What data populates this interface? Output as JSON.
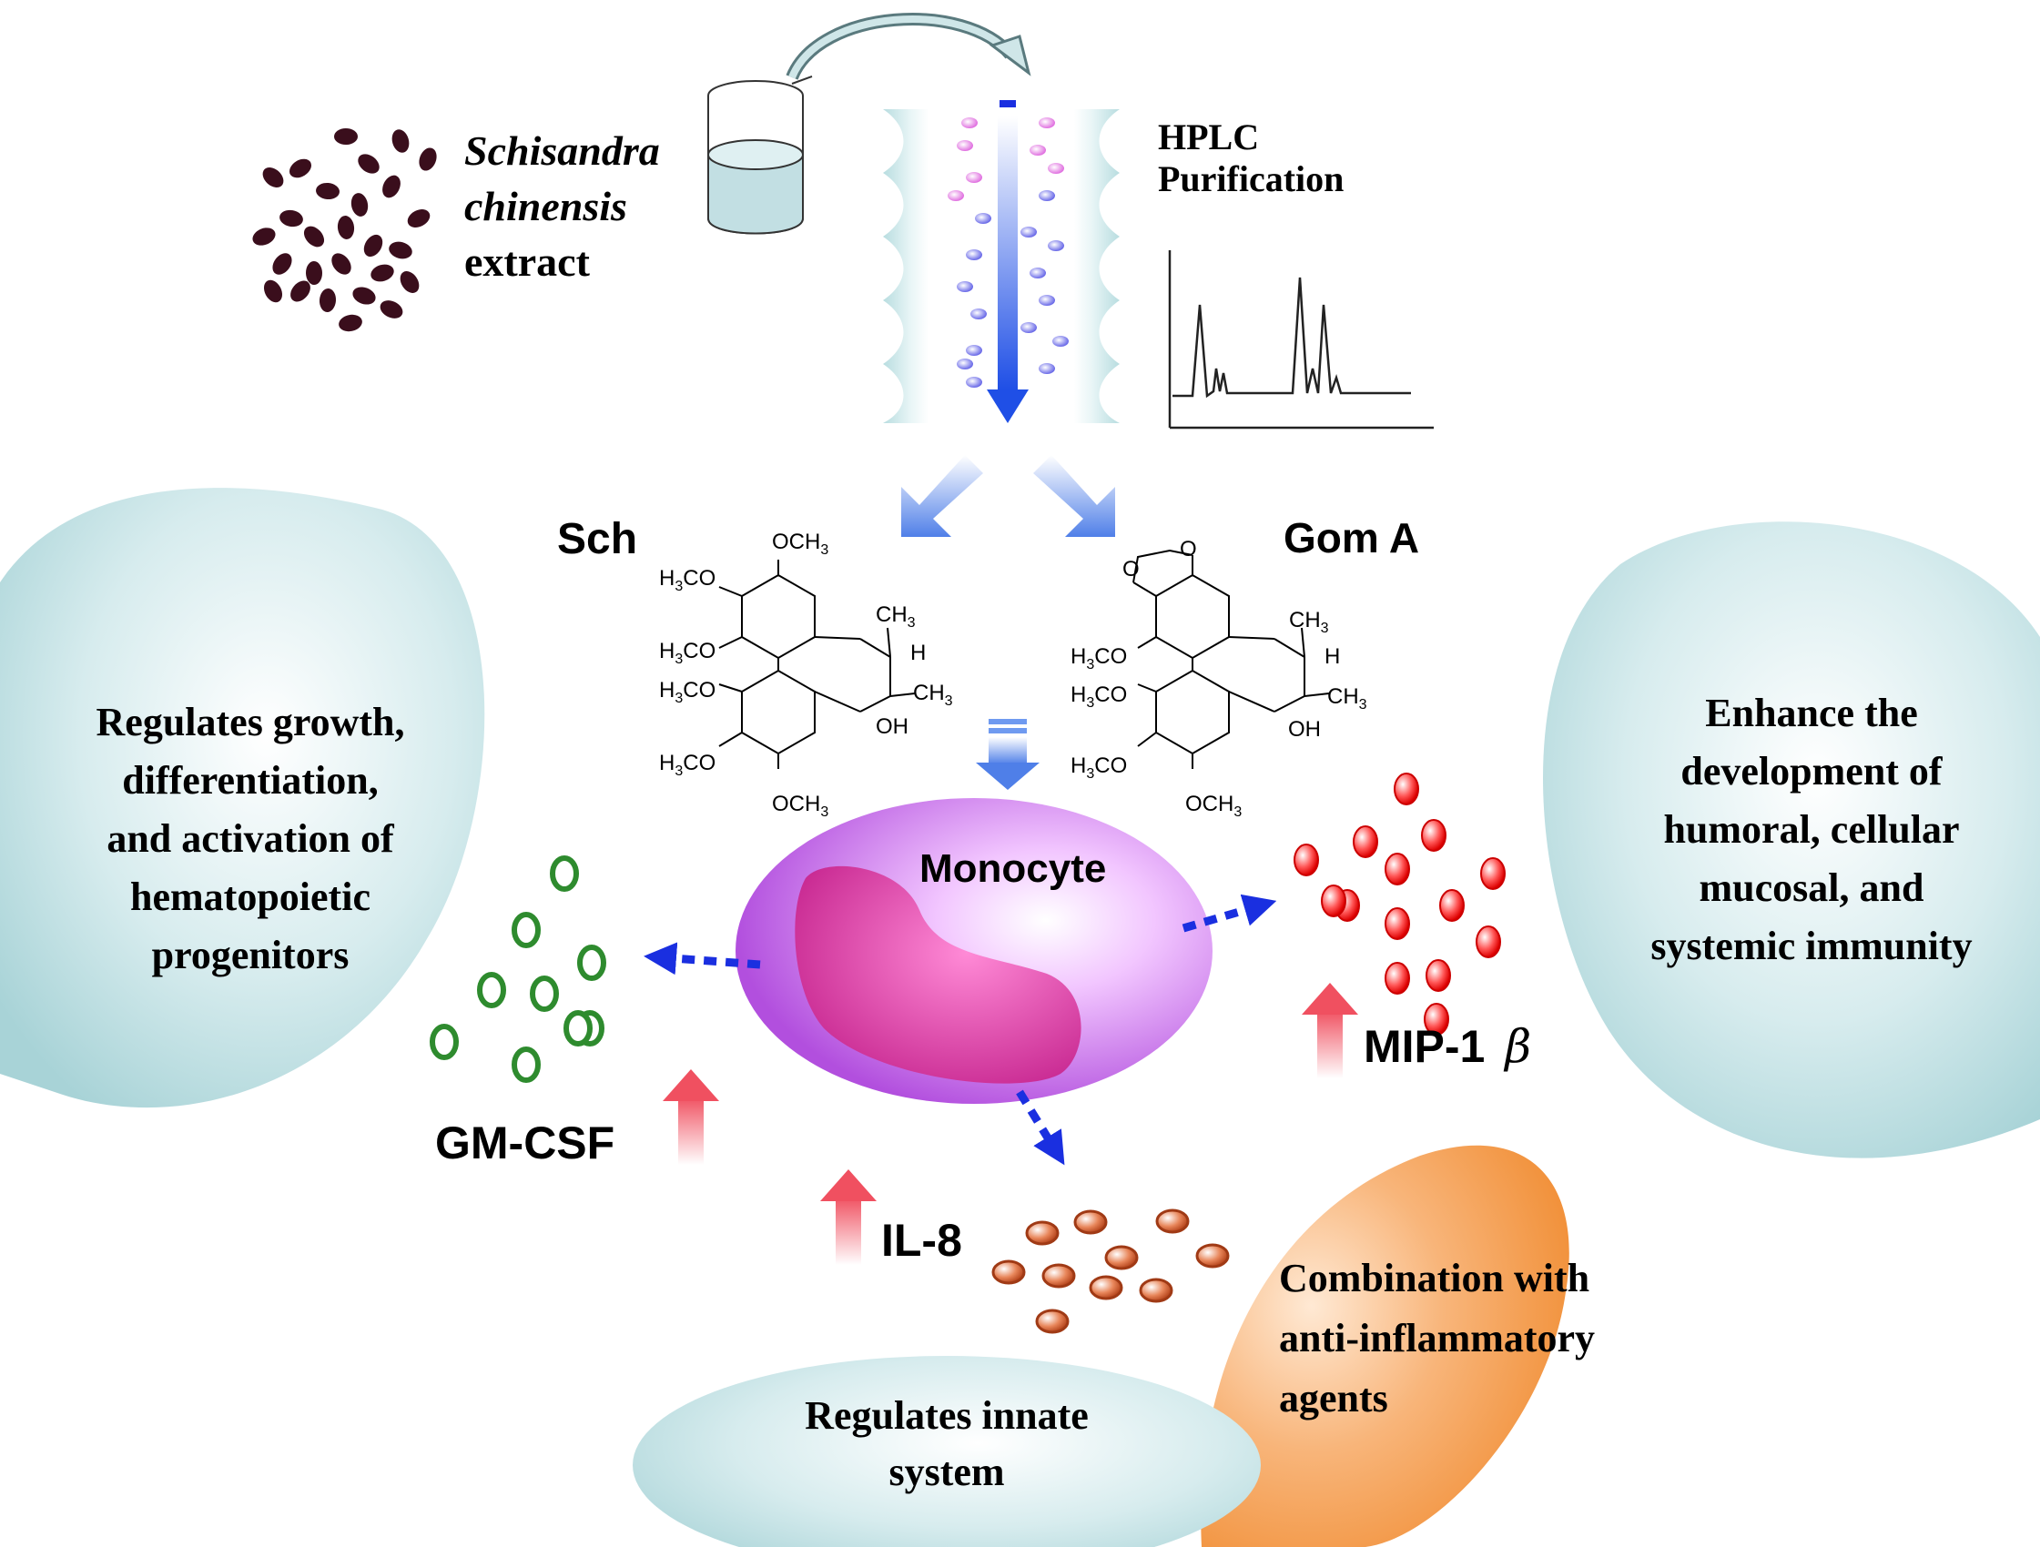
{
  "extract": {
    "line1": "Schisandra",
    "line2": "chinensis",
    "line3": "extract"
  },
  "hplc": {
    "line1": "HPLC",
    "line2": "Purification"
  },
  "compounds": {
    "left": "Sch",
    "right": "Gom A"
  },
  "chem_labels": {
    "och3": "OCH",
    "h3co": "H",
    "ch3": "CH",
    "h": "H",
    "oh": "OH",
    "o": "O",
    "sub3": "3",
    "co": "CO"
  },
  "cell": {
    "label": "Monocyte"
  },
  "left_region": {
    "lines": [
      "Regulates growth,",
      "differentiation,",
      "and activation of",
      "hematopoietic",
      "progenitors"
    ]
  },
  "right_region": {
    "lines": [
      "Enhance the",
      "development of",
      "humoral, cellular",
      "mucosal, and",
      "systemic immunity"
    ]
  },
  "bottom_region": {
    "lines": [
      "Regulates innate",
      "system"
    ]
  },
  "orange_region": {
    "lines": [
      "Combination with",
      "anti-inflammatory",
      "agents"
    ]
  },
  "cytokines": {
    "gmcsf": "GM-CSF",
    "il8": "IL-8",
    "mip": "MIP-1",
    "mip_symbol": "β"
  },
  "colors": {
    "teal_blob": "#c7e3e6",
    "orange_blob": "#f4a15a",
    "monocyte": "#cc77ee",
    "nucleus": "#d63aa8",
    "green_dot": "#2e8b2e",
    "red_dot": "#ee1111",
    "brown_dot": "#c0502a",
    "seed": "#3a0e1c",
    "blue_arrow": "#1a2fe0",
    "red_arrow": "#f06070"
  }
}
